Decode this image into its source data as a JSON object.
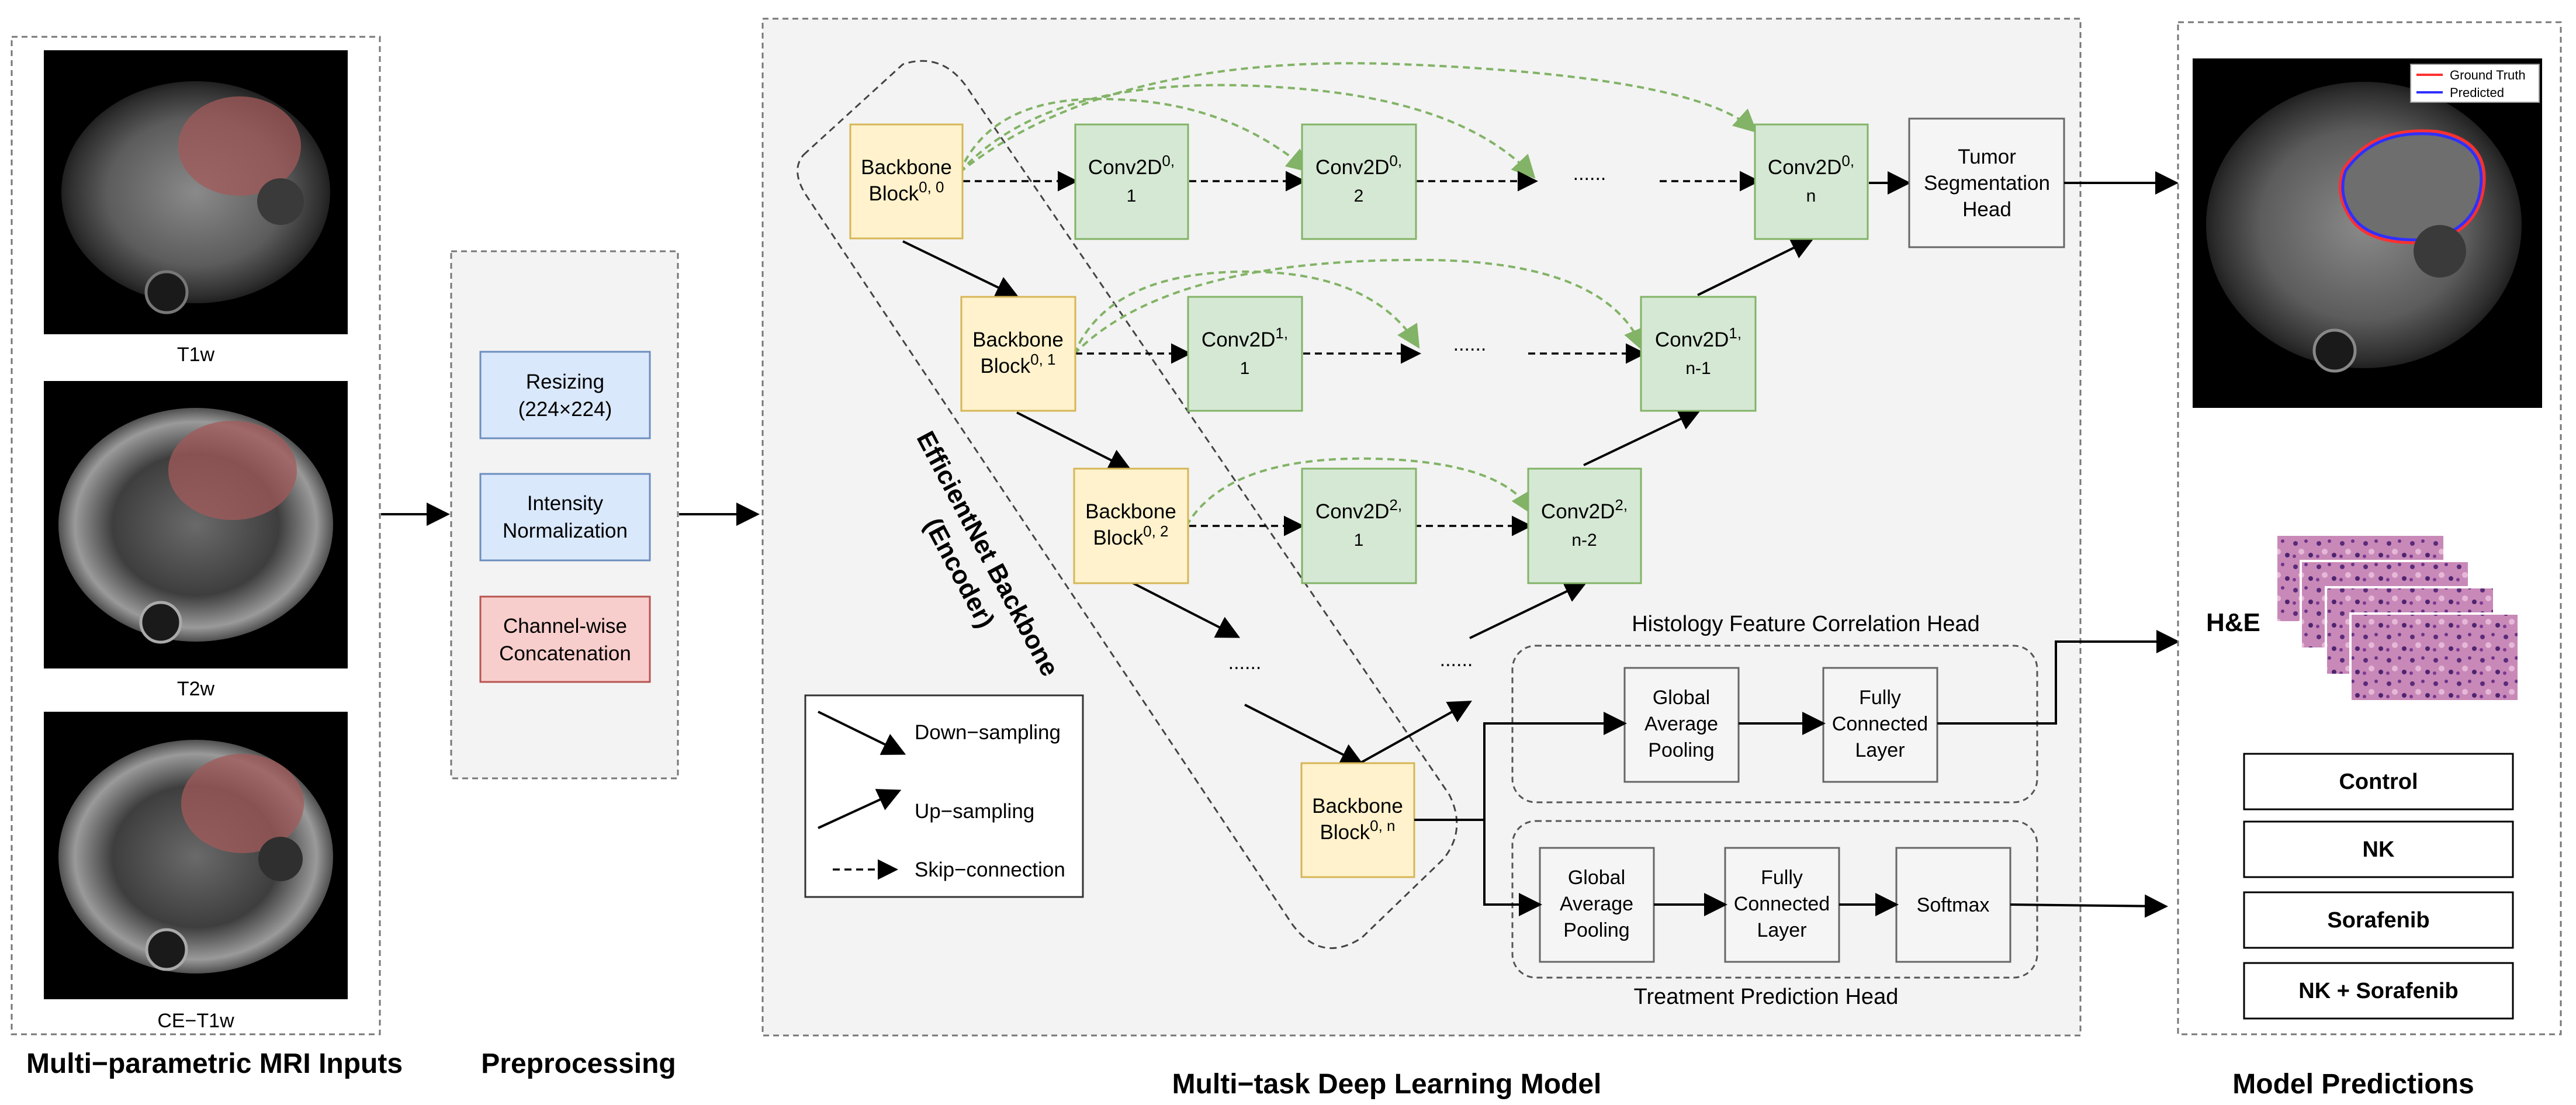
{
  "sections": {
    "inputs_title": "Multi−parametric MRI Inputs",
    "preprocessing_title": "Preprocessing",
    "model_title": "Multi−task Deep Learning Model",
    "predictions_title": "Model Predictions"
  },
  "mri_inputs": [
    "T1w",
    "T2w",
    "CE−T1w"
  ],
  "preprocessing_steps": [
    {
      "line1": "Resizing",
      "line2": "(224×224)"
    },
    {
      "line1": "Intensity",
      "line2": "Normalization"
    },
    {
      "line1": "Channel-wise",
      "line2": "Concatenation"
    }
  ],
  "encoder": {
    "line1": "EfficientNet Backbone",
    "line2": "(Encoder)"
  },
  "backbone_blocks": [
    {
      "label": "Backbone",
      "block": "Block",
      "sup": "0, 0"
    },
    {
      "label": "Backbone",
      "block": "Block",
      "sup": "0, 1"
    },
    {
      "label": "Backbone",
      "block": "Block",
      "sup": "0, 2"
    },
    {
      "label": "Backbone",
      "block": "Block",
      "sup": "0, n"
    }
  ],
  "conv_blocks": {
    "r0c1": {
      "base": "Conv2D",
      "sup": "0,",
      "sub": "1"
    },
    "r0c2": {
      "base": "Conv2D",
      "sup": "0,",
      "sub": "2"
    },
    "r0cn": {
      "base": "Conv2D",
      "sup": "0,",
      "sub": "n"
    },
    "r1c1": {
      "base": "Conv2D",
      "sup": "1,",
      "sub": "1"
    },
    "r1cn": {
      "base": "Conv2D",
      "sup": "1,",
      "sub": "n-1"
    },
    "r2c1": {
      "base": "Conv2D",
      "sup": "2,",
      "sub": "1"
    },
    "r2cn": {
      "base": "Conv2D",
      "sup": "2,",
      "sub": "n-2"
    }
  },
  "ellipsis": "......",
  "segmentation_head": {
    "line1": "Tumor",
    "line2": "Segmentation",
    "line3": "Head"
  },
  "histology_head": {
    "title": "Histology Feature Correlation Head",
    "gap": {
      "line1": "Global",
      "line2": "Average",
      "line3": "Pooling"
    },
    "fc": {
      "line1": "Fully",
      "line2": "Connected",
      "line3": "Layer"
    }
  },
  "treatment_head": {
    "title": "Treatment Prediction Head",
    "gap": {
      "line1": "Global",
      "line2": "Average",
      "line3": "Pooling"
    },
    "fc": {
      "line1": "Fully",
      "line2": "Connected",
      "line3": "Layer"
    },
    "softmax": "Softmax"
  },
  "legend": {
    "down": "Down−sampling",
    "up": "Up−sampling",
    "skip": "Skip−connection"
  },
  "segmentation_legend": {
    "ground_truth": "Ground Truth",
    "predicted": "Predicted"
  },
  "he_label": "H&E",
  "treatments": [
    "Control",
    "NK",
    "Sorafenib",
    "NK + Sorafenib"
  ],
  "colors": {
    "backbone_fill": "#FFF2CC",
    "backbone_stroke": "#D6B656",
    "conv_fill": "#D5E8D4",
    "conv_stroke": "#82B366",
    "resize_fill": "#DAE8FC",
    "resize_stroke": "#6C8EBF",
    "concat_fill": "#F8CECC",
    "concat_stroke": "#B85450",
    "skip_arc": "#82B366",
    "ground_truth": "#FF3030",
    "predicted": "#3030FF"
  }
}
